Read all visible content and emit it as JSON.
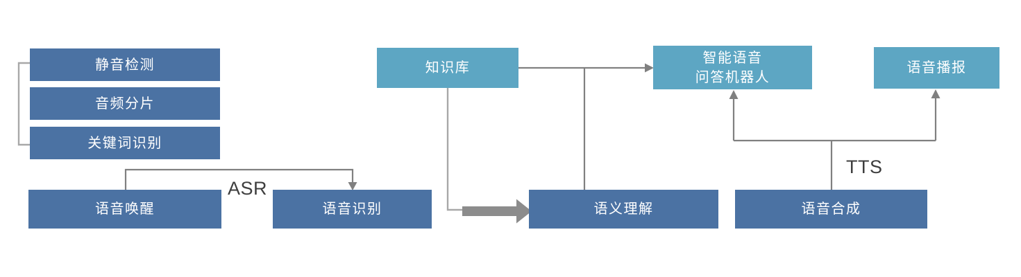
{
  "diagram": {
    "colors": {
      "box_dark": "#4b72a3",
      "box_light": "#5da6c3",
      "box_text": "#ffffff",
      "connector": "#808080",
      "light_line": "#a8a8a8",
      "thick_arrow": "#8c8c8c",
      "flow_label": "#3e3e3e",
      "background": "#ffffff"
    },
    "boxes": [
      {
        "id": "silence-detection",
        "label": "静音检测",
        "variant": "dark"
      },
      {
        "id": "audio-segmentation",
        "label": "音频分片",
        "variant": "dark"
      },
      {
        "id": "keyword-recognition",
        "label": "关键词识别",
        "variant": "dark"
      },
      {
        "id": "voice-wakeup",
        "label": "语音唤醒",
        "variant": "dark"
      },
      {
        "id": "speech-recognition",
        "label": "语音识别",
        "variant": "dark"
      },
      {
        "id": "knowledge-base",
        "label": "知识库",
        "variant": "light"
      },
      {
        "id": "semantic-understanding",
        "label": "语义理解",
        "variant": "dark"
      },
      {
        "id": "qa-robot",
        "label": "智能语音\n问答机器人",
        "variant": "light"
      },
      {
        "id": "voice-broadcast",
        "label": "语音播报",
        "variant": "light"
      },
      {
        "id": "speech-synthesis",
        "label": "语音合成",
        "variant": "dark"
      }
    ],
    "flow_labels": {
      "asr": "ASR",
      "tts": "TTS"
    }
  }
}
